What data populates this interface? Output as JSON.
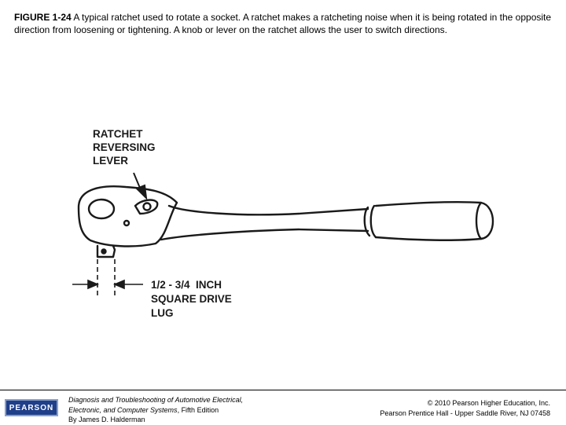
{
  "caption": {
    "label": "FIGURE 1-24",
    "text": " A typical ratchet used to rotate a socket. A ratchet makes a ratcheting noise when it is being rotated in the opposite direction from loosening or tightening. A knob or lever on the ratchet allows the user to switch directions."
  },
  "callouts": {
    "lever": [
      "RATCHET",
      "REVERSING",
      "LEVER"
    ],
    "lug": [
      "1/2 - 3/4  INCH",
      "SQUARE DRIVE",
      "LUG"
    ]
  },
  "footer": {
    "logo": "PEARSON",
    "book_line1": "Diagnosis and Troubleshooting of Automotive Electrical,",
    "book_line2": "Electronic, and Computer Systems",
    "book_line2_tail": ", Fifth Edition",
    "book_line3": "By James D. Halderman",
    "copyright": "© 2010 Pearson Higher Education, Inc.",
    "publisher": "Pearson Prentice Hall - Upper Saddle River, NJ 07458"
  },
  "colors": {
    "logo_bg": "#1f3f8a",
    "ink": "#1a1a1a"
  }
}
